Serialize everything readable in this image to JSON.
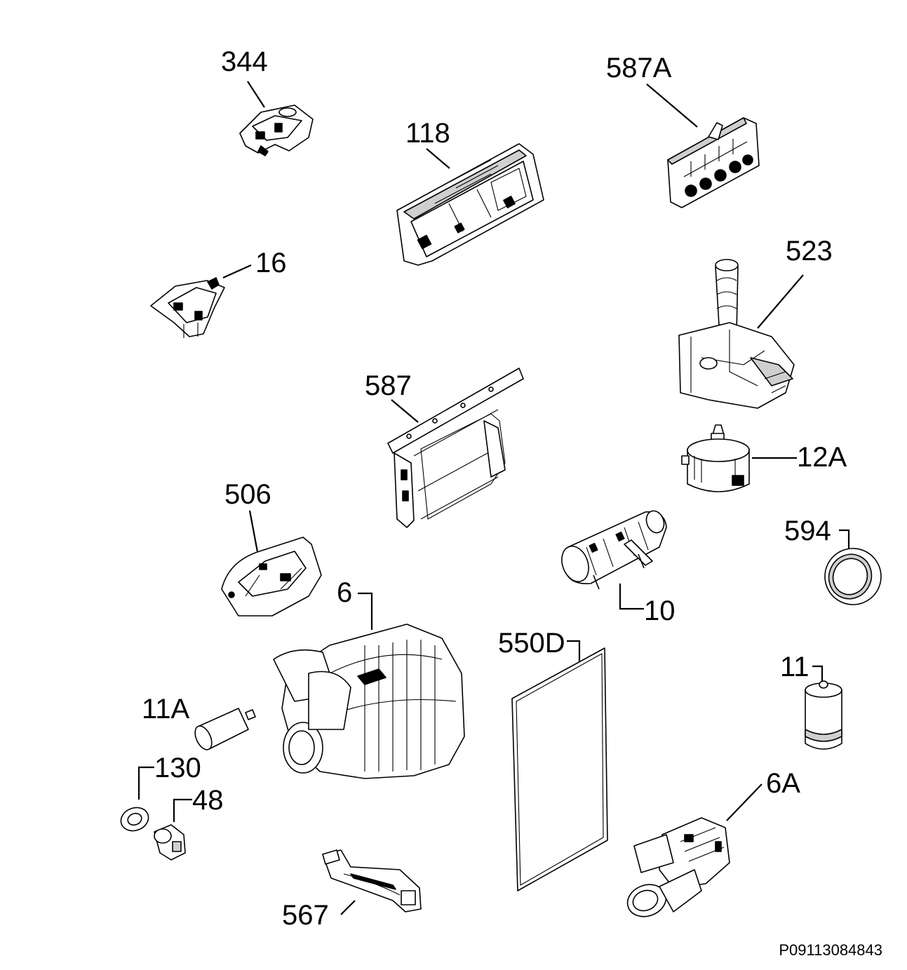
{
  "labels": {
    "p344": "344",
    "p118": "118",
    "p587A": "587A",
    "p16": "16",
    "p523": "523",
    "p587": "587",
    "p12A": "12A",
    "p506": "506",
    "p594": "594",
    "p10": "10",
    "p6": "6",
    "p550D": "550D",
    "p11": "11",
    "p11A": "11A",
    "p130": "130",
    "p48": "48",
    "p6A": "6A",
    "p567": "567"
  },
  "reference": "P09113084843",
  "colors": {
    "ink": "#000000",
    "background": "#ffffff",
    "shade": "#cfcfcf"
  }
}
